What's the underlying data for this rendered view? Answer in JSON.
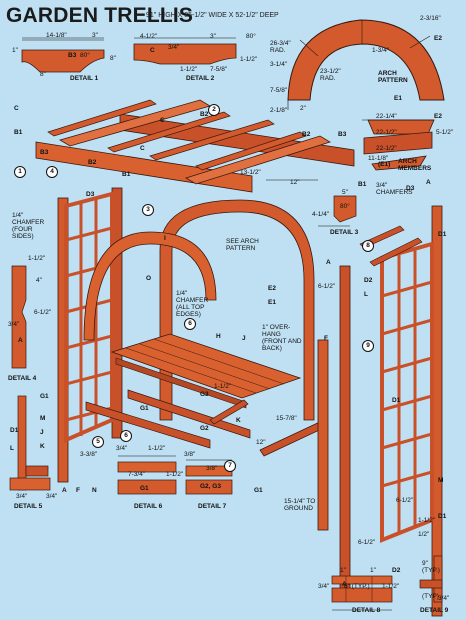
{
  "header": {
    "title": "GARDEN TRELLIS",
    "subtitle": "91\" HIGH X 85-1/2\" WIDE X 52-1/2\" DEEP"
  },
  "details": {
    "d1": "DETAIL 1",
    "d2": "DETAIL 2",
    "d3": "DETAIL 3",
    "d4": "DETAIL 4",
    "d5": "DETAIL 5",
    "d6": "DETAIL 6",
    "d7": "DETAIL 7",
    "d8": "DETAIL 8",
    "d9": "DETAIL 9"
  },
  "callouts": [
    "1",
    "2",
    "3",
    "4",
    "5",
    "6",
    "7",
    "8",
    "9",
    "6"
  ],
  "parts": {
    "A": "A",
    "B1": "B1",
    "B2": "B2",
    "B3": "B3",
    "C": "C",
    "D1": "D1",
    "D2": "D2",
    "D3": "D3",
    "E1": "E1",
    "E2": "E2",
    "F": "F",
    "G1": "G1",
    "G2": "G2",
    "G3": "G3",
    "H": "H",
    "I": "I",
    "J": "J",
    "K": "K",
    "L": "L",
    "M": "M",
    "N": "N",
    "O": "O",
    "G2G3": "G2, G3",
    "E1b": "(E1)"
  },
  "notes": {
    "arch_pattern": "ARCH PATTERN",
    "arch_members": "ARCH MEMBERS",
    "see_arch": "SEE ARCH PATTERN",
    "chamfer_all": "1/4\" CHAMFER (ALL TOP EDGES)",
    "chamfer_four": "1/4\" CHAMFER (FOUR SIDES)",
    "overhang": "1\" OVER-HANG (FRONT AND BACK)",
    "to_ground": "15-1/4\" TO GROUND",
    "chamfers_34": "3/4\" CHAMFERS",
    "typ": "9\" (TYP.)",
    "bevel": "80°",
    "typ_small": "(TYP)"
  },
  "dims": {
    "d1_a": "14-1/8\"",
    "d1_b": "3\"",
    "d1_c": "8\"",
    "d1_d": "1\"",
    "d1_e": "8\"",
    "d2_a": "4-1/2\"",
    "d2_b": "3/4\"",
    "d2_c": "3\"",
    "d2_d": "1-1/2\"",
    "d2_e": "7-5/8\"",
    "d2_f": "1-1/2\"",
    "arc_a": "2-3/16\"",
    "arc_b": "26-3/4\" RAD.",
    "arc_c": "1-3/4\"",
    "arc_d": "3-1/4\"",
    "arc_e": "23-1/2\" RAD.",
    "arc_f": "7-5/8\"",
    "arc_g": "2-1/8\"",
    "arc_h": "2\"",
    "mem_a": "22-1/4\"",
    "mem_b": "22-1/2\"",
    "mem_c": "5-1/2\"",
    "mem_d": "22-1/2\"",
    "mem_e": "11-1/8\"",
    "main_a": "13-1/2\"",
    "main_b": "12\"",
    "main_c": "6-1/2\"",
    "main_d": "1-1/2\"",
    "main_e": "12\"",
    "main_f": "15-7/8\"",
    "d3_a": "4-1/4\"",
    "d3_b": "5\"",
    "d4_a": "1-1/2\"",
    "d4_b": "4\"",
    "d4_c": "6-1/2\"",
    "d4_d": "3/4\"",
    "d5_a": "3-3/8\"",
    "d5_b": "3/4\"",
    "d5_c": "3/4\"",
    "d6_a": "3/4\"",
    "d6_b": "1-1/2\"",
    "d6_c": "7-3/4\"",
    "d6_d": "1-1/2\"",
    "d7_a": "3/8\"",
    "d7_b": "3/8\"",
    "d8_a": "3/4\"",
    "d8_b": "1\"",
    "d8_c": "6\" (TYP.)",
    "d8_d": "1\"",
    "d8_e": "1-1/2\"",
    "d8_f": "6-1/2\"",
    "d9_a": "1-1/2\"",
    "d9_b": "1/2\"",
    "d9_c": "3/4\"",
    "d9_d": "6-1/2\""
  }
}
